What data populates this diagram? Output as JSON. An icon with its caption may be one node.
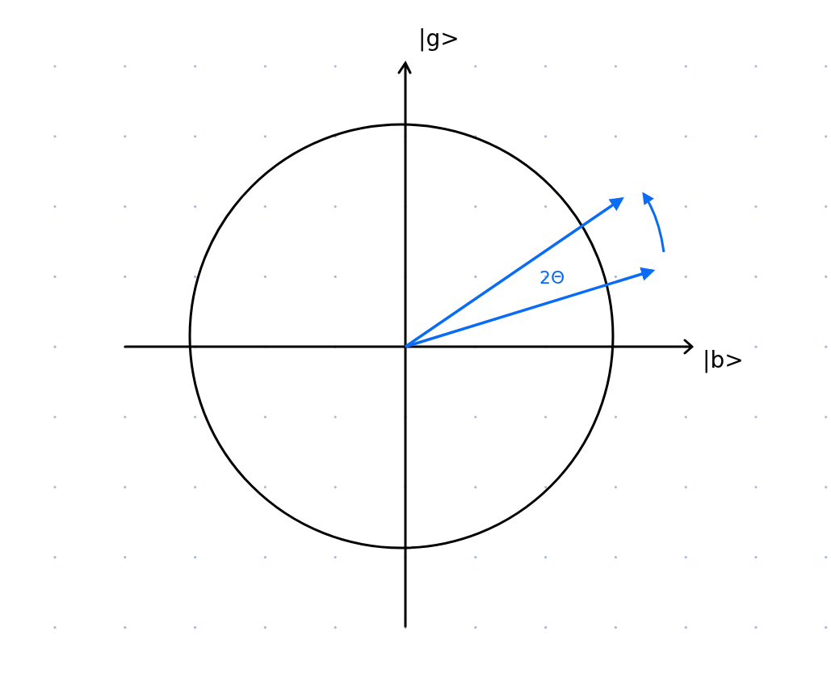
{
  "diagram": {
    "labels": [
      "|g>",
      "|b>",
      "2Θ"
    ]
  }
}
